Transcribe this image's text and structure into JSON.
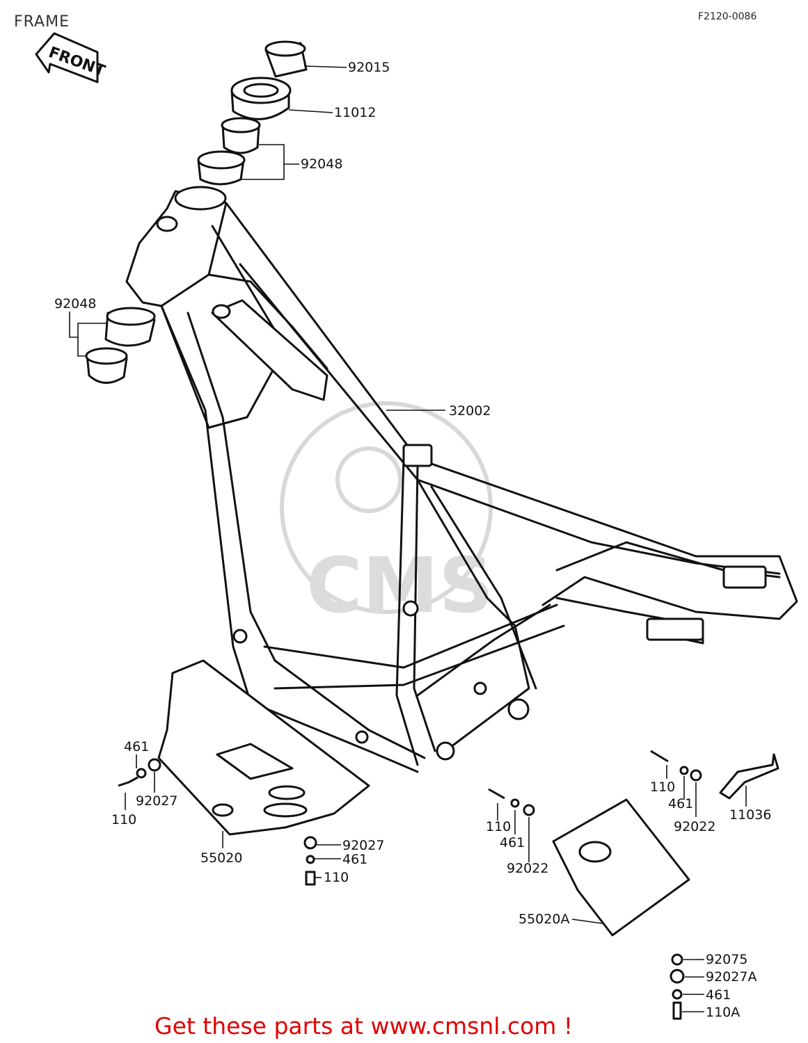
{
  "title": "FRAME",
  "figure_code": "F2120-0086",
  "front_arrow_label": "FRONT",
  "watermark_text": "CMS",
  "promo_text": "Get these parts at www.cmsnl.com !",
  "callouts": {
    "p92015": "92015",
    "p11012": "11012",
    "p92048_top": "92048",
    "p92048_left": "92048",
    "p32002": "32002",
    "p461_left": "461",
    "p92027_left": "92027",
    "p110_left": "110",
    "p55020": "55020",
    "p92027_bottom": "92027",
    "p461_bottom": "461",
    "p110_bottom": "110",
    "p110_mid": "110",
    "p461_mid": "461",
    "p92022_mid": "92022",
    "p110_right": "110",
    "p461_right": "461",
    "p92022_right": "92022",
    "p11036": "11036",
    "p55020A": "55020A",
    "p92075": "92075",
    "p92027A": "92027A",
    "p461_br": "461",
    "p110A": "110A"
  }
}
